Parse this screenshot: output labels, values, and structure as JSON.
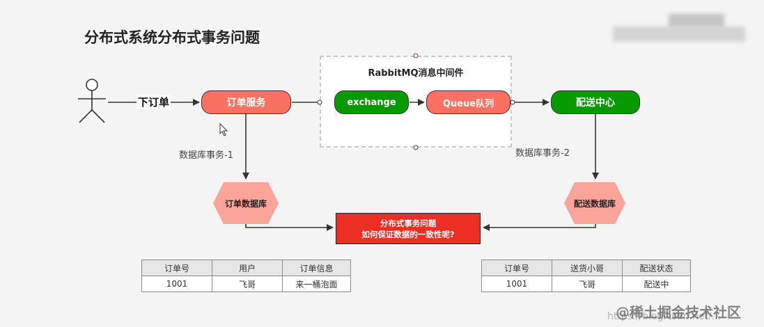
{
  "title": "分布式系统分布式事务问题",
  "actor": {
    "name": "user-stick-figure",
    "trigger_label": "下订单"
  },
  "order_service": {
    "label": "订单服务"
  },
  "mq": {
    "title": "RabbitMQ消息中间件",
    "exchange_label": "exchange",
    "queue_label": "Queue队列"
  },
  "delivery_center": {
    "label": "配送中心"
  },
  "tx_labels": {
    "left": "数据库事务-1",
    "right": "数据库事务-2"
  },
  "order_db": {
    "label": "订单数据库"
  },
  "delivery_db": {
    "label": "配送数据库"
  },
  "problem": {
    "line1": "分布式事务问题",
    "line2": "如何保证数据的一致性呢?"
  },
  "order_table": {
    "headers": [
      "订单号",
      "用户",
      "订单信息"
    ],
    "rows": [
      [
        "1001",
        "飞哥",
        "来一桶泡面"
      ]
    ]
  },
  "delivery_table": {
    "headers": [
      "订单号",
      "送货小哥",
      "配送状态"
    ],
    "rows": [
      [
        "1001",
        "飞哥",
        "配送中"
      ]
    ]
  },
  "watermark": {
    "text": "@稀土掘金技术社区",
    "url": "https://blog.csdn.net/..."
  },
  "colors": {
    "red_node": "#fa7161",
    "green_node": "#079a00",
    "hexagon": "#fba49a",
    "problem_box": "#ed2e24"
  }
}
